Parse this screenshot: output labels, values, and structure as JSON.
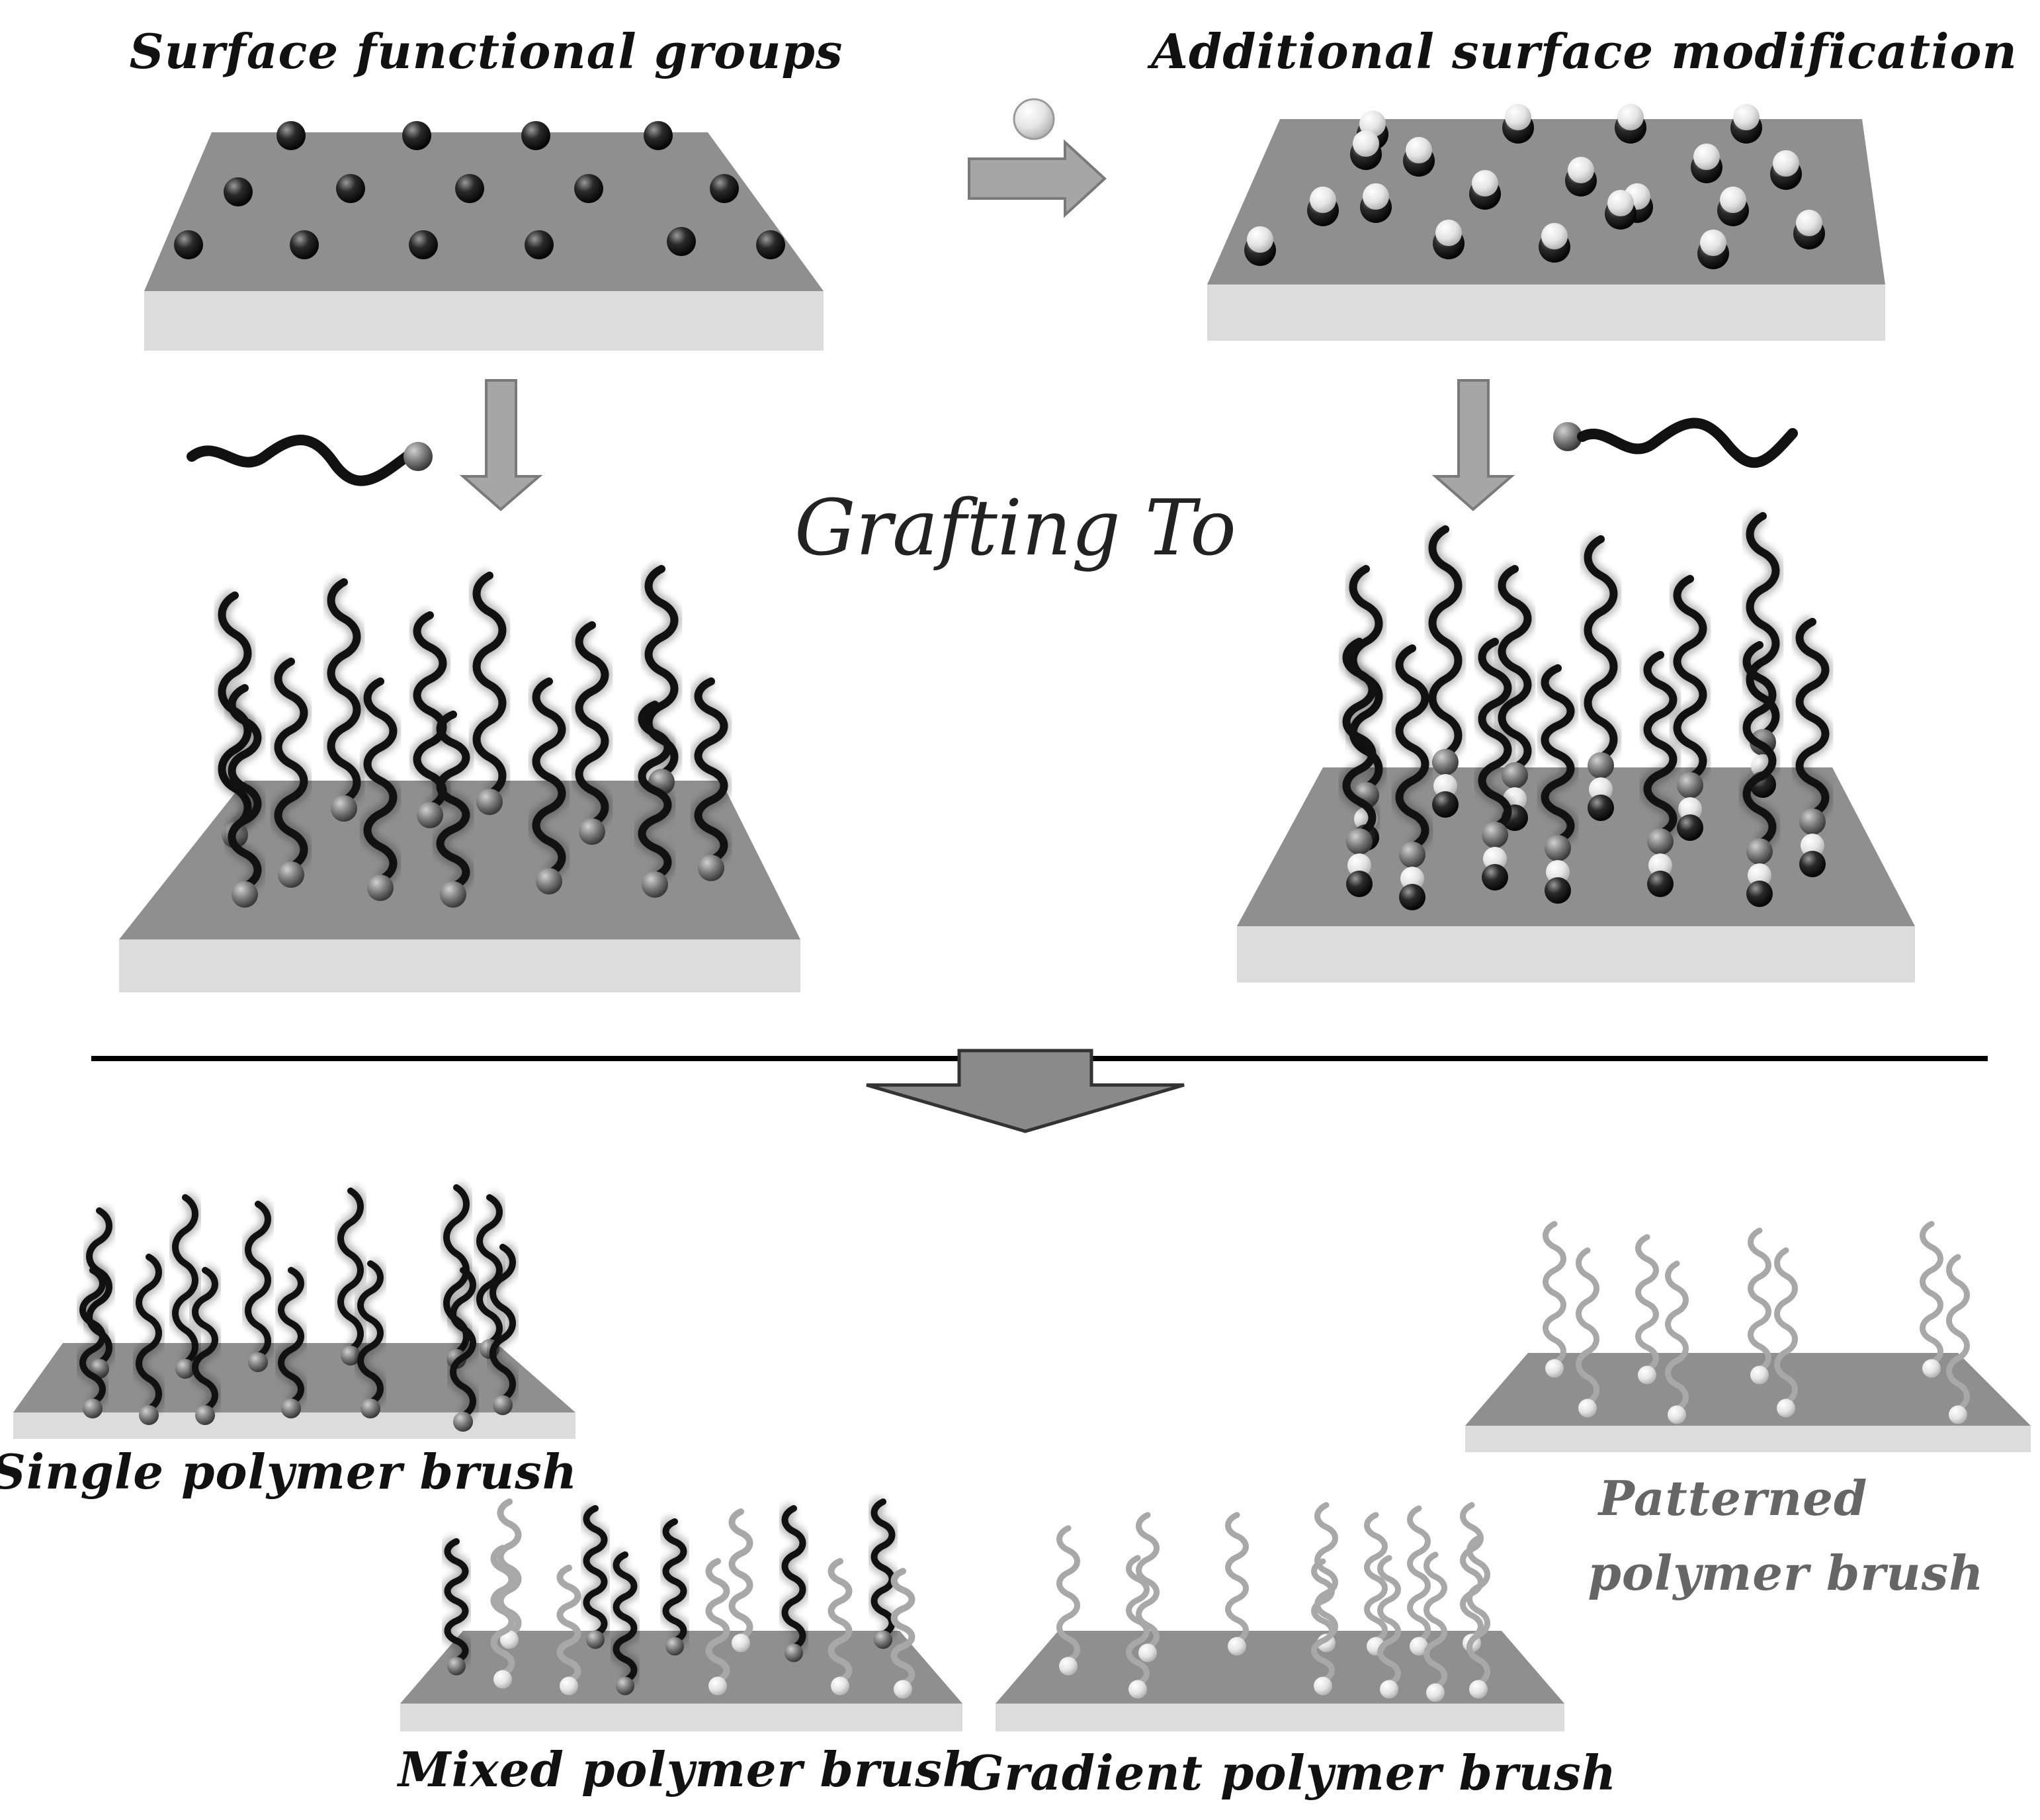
{
  "labels": {
    "surface_functional_groups": "Surface  functional groups",
    "additional_surface_modification": "Additional surface modification",
    "grafting_to": "Grafting To",
    "single_polymer_brush": "Single polymer brush",
    "mixed_polymer_brush": "Mixed polymer brush",
    "gradient_polymer_brush": "Gradient polymer brush",
    "patterned_polymer_brush_line1": "Patterned",
    "patterned_polymer_brush_line2": "polymer brush"
  },
  "colors": {
    "substrate_top": "#8f8f8f",
    "substrate_side": "#dcdcdc",
    "dark_chain": "#111111",
    "light_chain": "#a8a8a8",
    "arrow_fill": "#a6a6a6",
    "divider": "#000000"
  }
}
